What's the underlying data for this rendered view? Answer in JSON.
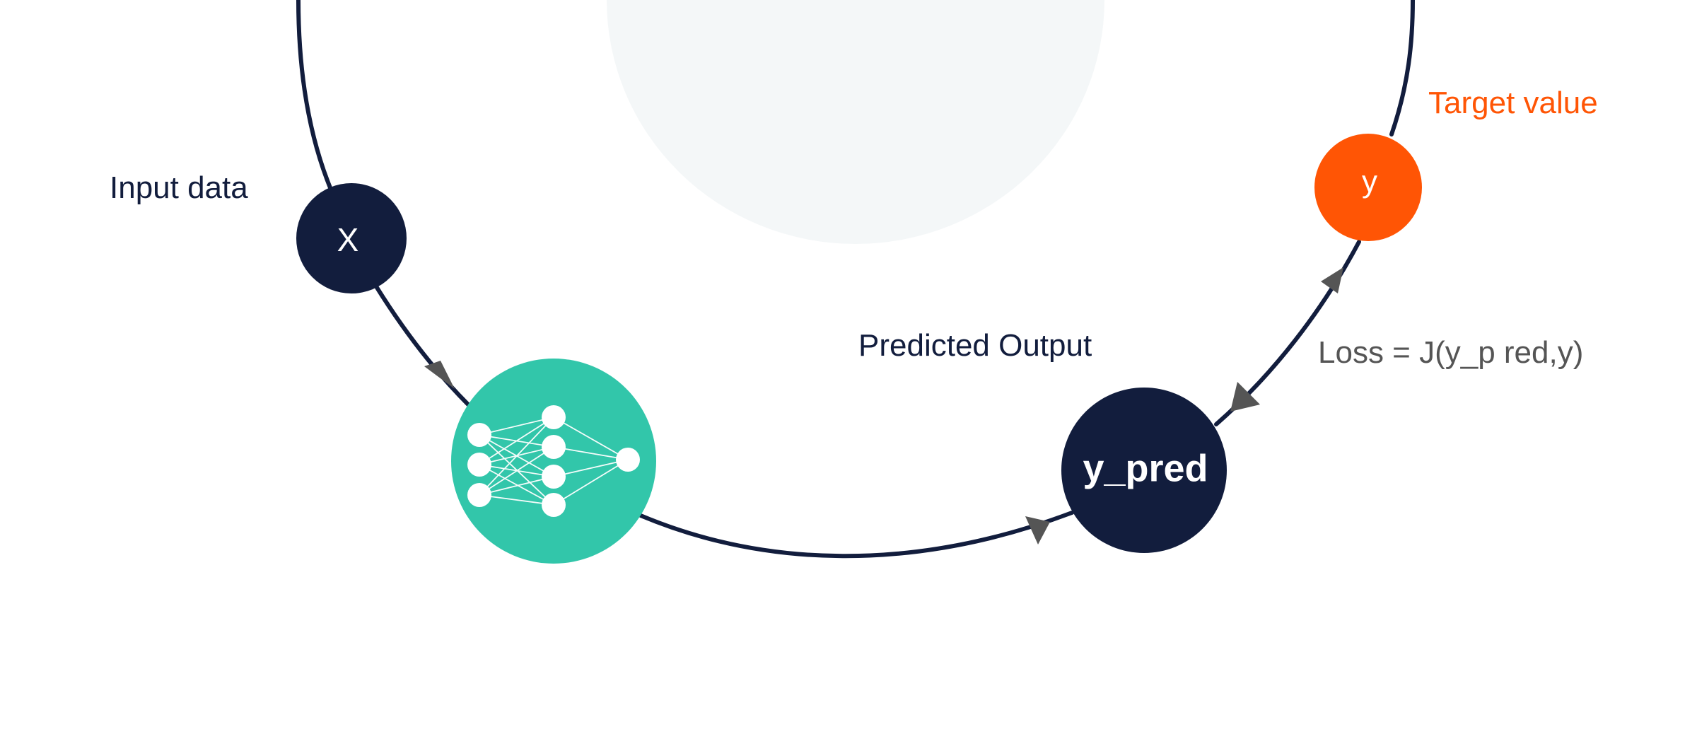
{
  "labels": {
    "input_data": "Input data",
    "predicted_output": "Predicted Output",
    "target_value": "Target value",
    "loss": "Loss = J(y_p red,y)"
  },
  "nodes": {
    "x": "X",
    "y_pred": "y_pred",
    "y": "y"
  },
  "colors": {
    "navy": "#121d3d",
    "teal": "#32c6aa",
    "orange": "#ff5505",
    "arrow": "#555555",
    "bg_circle": "#f4f7f8",
    "loss_text": "#555555"
  }
}
